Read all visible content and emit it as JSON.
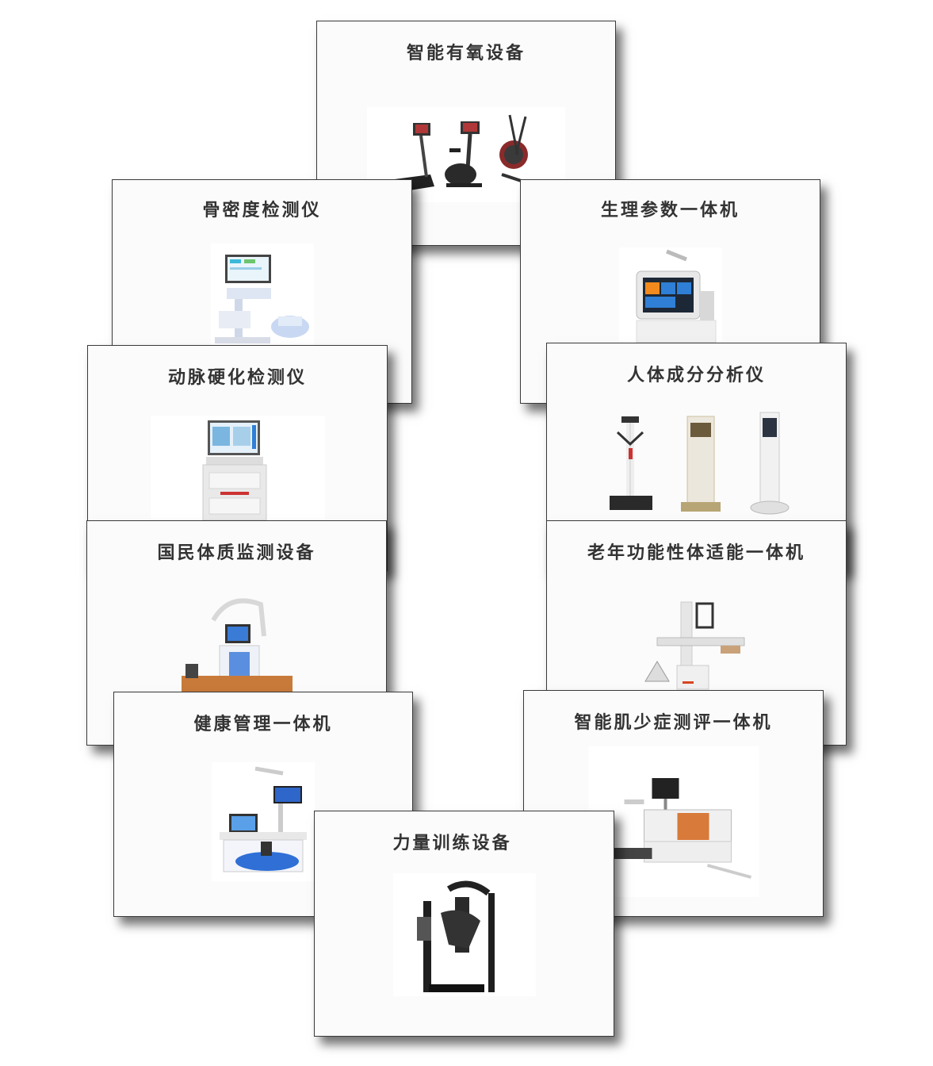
{
  "cards": {
    "aerobic": "智能有氧设备",
    "bone": "骨密度检测仪",
    "physio": "生理参数一体机",
    "artery": "动脉硬化检测仪",
    "body_comp": "人体成分分析仪",
    "fitness": "国民体质监测设备",
    "elderly": "老年功能性体适能一体机",
    "health": "健康管理一体机",
    "sarcopenia": "智能肌少症测评一体机",
    "strength": "力量训练设备"
  }
}
